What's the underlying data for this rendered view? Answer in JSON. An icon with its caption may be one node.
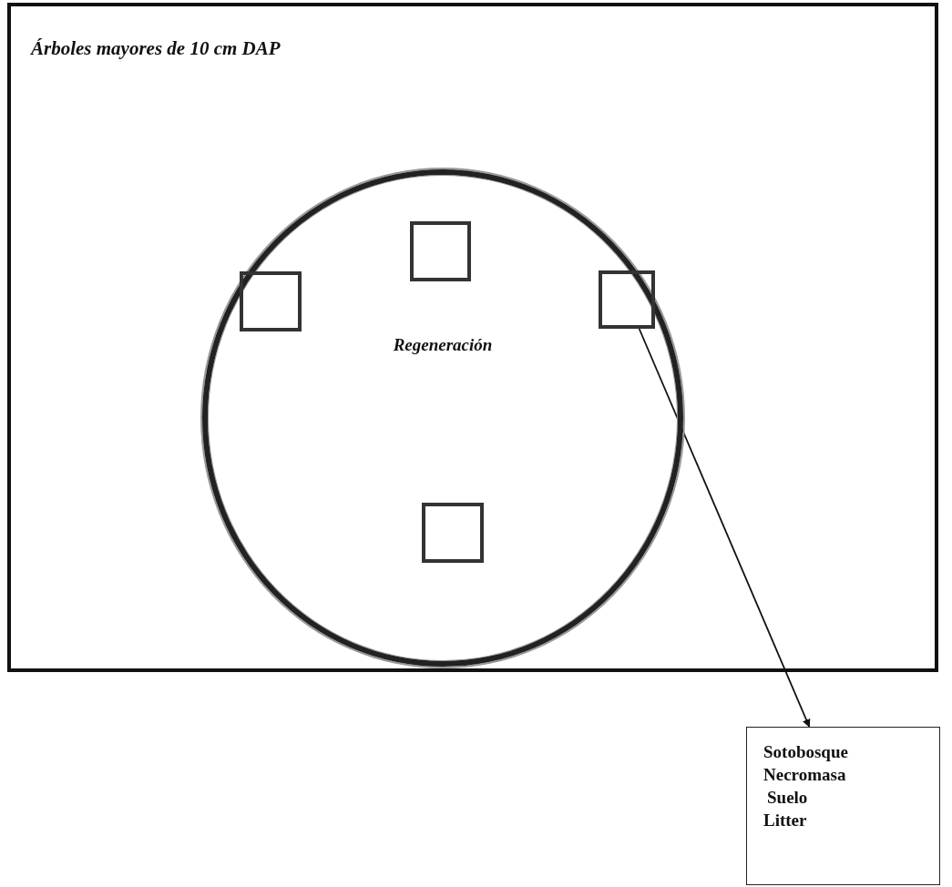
{
  "diagram": {
    "nodes": [
      {
        "text": [
          "Árboles mayores de 10 cm DAP"
        ]
      },
      {
        "text": [
          "Regeneración"
        ],
        "in": 0
      },
      {
        "text": [],
        "shape": "box",
        "in": 1
      },
      {
        "text": [],
        "shape": "box",
        "in": 1
      },
      {
        "text": [],
        "shape": "box",
        "in": 1
      },
      {
        "text": [],
        "shape": "box",
        "in": 1
      },
      {
        "text": [
          "Sotobosque",
          "Necromasa",
          "Suelo",
          "Litter"
        ]
      }
    ],
    "edges": [
      {
        "from": 5,
        "to": 6,
        "arrow": "to"
      }
    ]
  }
}
